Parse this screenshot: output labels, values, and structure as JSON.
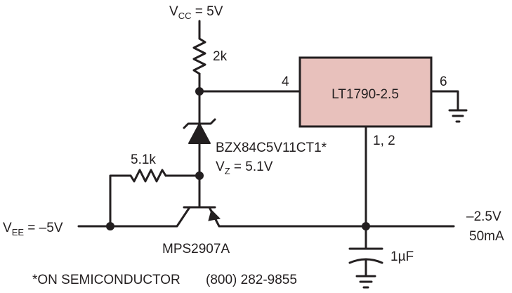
{
  "supply_top": {
    "base": "V",
    "subscript": "CC",
    "rest": " = 5V"
  },
  "supply_left": {
    "base": "V",
    "subscript": "EE",
    "rest": " = –5V"
  },
  "resistor_top": {
    "value": "2k"
  },
  "resistor_left": {
    "value": "5.1k"
  },
  "zener": {
    "part": "BZX84C5V11CT1*",
    "vz_base": "V",
    "vz_subscript": "Z",
    "vz_rest": " = 5.1V"
  },
  "transistor": {
    "part": "MPS2907A"
  },
  "ic": {
    "name": "LT1790-2.5",
    "pin_in": "4",
    "pin_gnd": "6",
    "pin_out": "1, 2",
    "fill": "#e8c1bc"
  },
  "output": {
    "voltage": "–2.5V",
    "current": "50mA"
  },
  "capacitor": {
    "value_prefix": "1",
    "value_unit": "µF"
  },
  "footnote": {
    "company": "*ON SEMICONDUCTOR",
    "phone": "(800) 282-9855"
  }
}
